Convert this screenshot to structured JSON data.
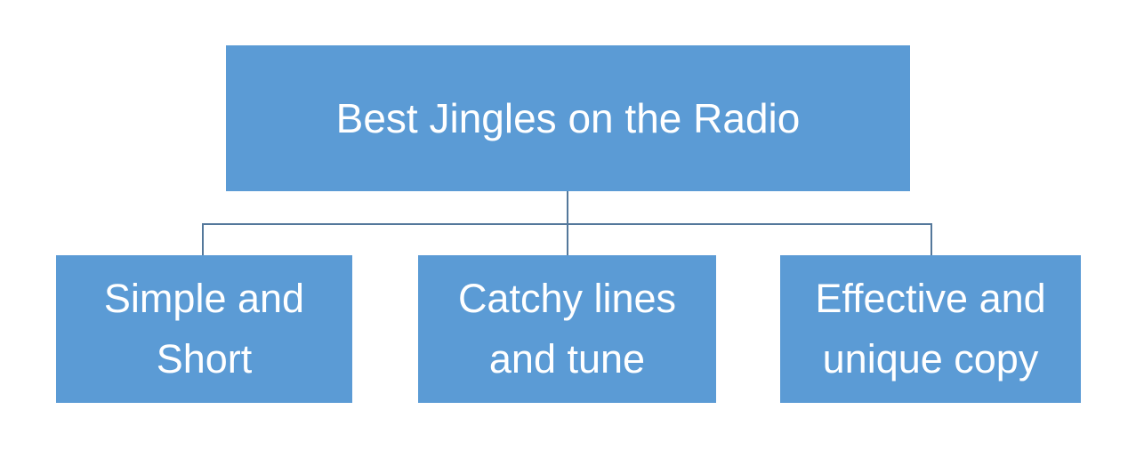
{
  "diagram": {
    "type": "hierarchy",
    "root": {
      "label": "Best Jingles on the Radio"
    },
    "children": [
      {
        "label": "Simple and Short",
        "lines": [
          "Simple and",
          "Short"
        ]
      },
      {
        "label": "Catchy lines and tune",
        "lines": [
          "Catchy lines",
          "and tune"
        ]
      },
      {
        "label": "Effective and unique copy",
        "lines": [
          "Effective and",
          "unique copy"
        ]
      }
    ],
    "colors": {
      "node_fill": "#5B9BD5",
      "node_text": "#FFFFFF",
      "connector": "#54789B",
      "background": "#FFFFFF"
    }
  }
}
